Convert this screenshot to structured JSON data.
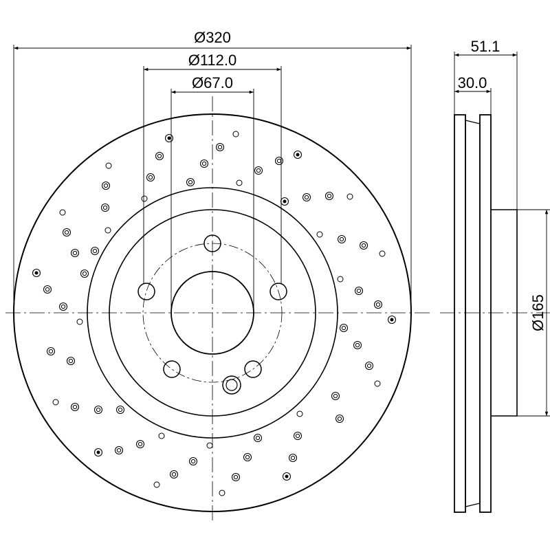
{
  "dimensions": {
    "outer_diameter": "Ø320",
    "bolt_circle": "Ø112.0",
    "center_bore": "Ø67.0",
    "total_height": "51.1",
    "disc_thickness": "30.0",
    "hat_diameter": "Ø165"
  },
  "colors": {
    "line": "#000000",
    "background": "#ffffff"
  }
}
